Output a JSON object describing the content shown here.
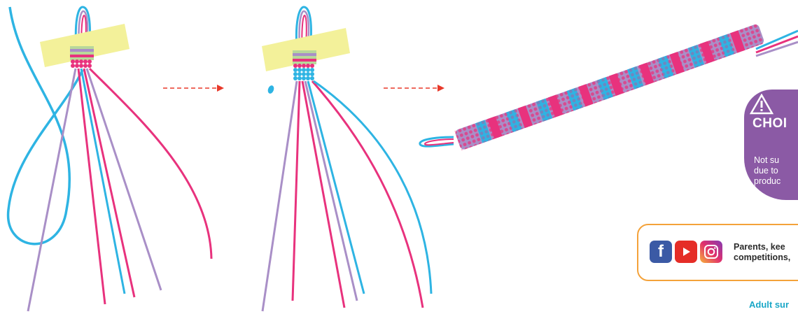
{
  "warning": {
    "title": "CHOI",
    "line1": "Not su",
    "line2": "due to",
    "line3": "produc",
    "icon": "warning-triangle-icon"
  },
  "social": {
    "line1": "Parents, kee",
    "line2": "competitions,",
    "icons": [
      "facebook-icon",
      "youtube-icon",
      "instagram-icon"
    ]
  },
  "footer": {
    "adult_text": "Adult sur"
  },
  "colors": {
    "blue": "#2eb4e3",
    "pink": "#e8327d",
    "lilac": "#a98fc7",
    "tape": "#f3f19a",
    "arrow": "#e8392a",
    "warning_bg": "#8b5aa5",
    "accent_teal": "#1aa7c7"
  }
}
